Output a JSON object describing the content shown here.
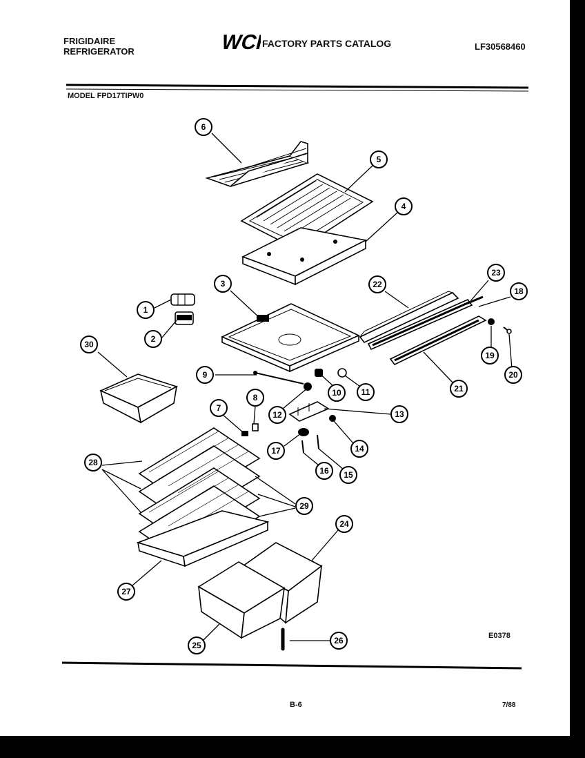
{
  "header": {
    "brand_line1": "FRIGIDAIRE",
    "brand_line2": "REFRIGERATOR",
    "logo_text": "WCI",
    "catalog_title": "FACTORY PARTS CATALOG",
    "catalog_number": "LF30568460"
  },
  "model_label": "MODEL FPD17TIPW0",
  "footer": {
    "diagram_code": "E0378",
    "page_number": "B-6",
    "date": "7/88"
  },
  "callouts": [
    {
      "id": "1",
      "label": "1"
    },
    {
      "id": "2",
      "label": "2"
    },
    {
      "id": "3",
      "label": "3"
    },
    {
      "id": "4",
      "label": "4"
    },
    {
      "id": "5",
      "label": "5"
    },
    {
      "id": "6",
      "label": "6"
    },
    {
      "id": "7",
      "label": "7"
    },
    {
      "id": "8",
      "label": "8"
    },
    {
      "id": "9",
      "label": "9"
    },
    {
      "id": "10",
      "label": "10"
    },
    {
      "id": "11",
      "label": "11"
    },
    {
      "id": "12",
      "label": "12"
    },
    {
      "id": "13",
      "label": "13"
    },
    {
      "id": "14",
      "label": "14"
    },
    {
      "id": "15",
      "label": "15"
    },
    {
      "id": "16",
      "label": "16"
    },
    {
      "id": "17",
      "label": "17"
    },
    {
      "id": "18",
      "label": "18"
    },
    {
      "id": "19",
      "label": "19"
    },
    {
      "id": "20",
      "label": "20"
    },
    {
      "id": "21",
      "label": "21"
    },
    {
      "id": "22",
      "label": "22"
    },
    {
      "id": "23",
      "label": "23"
    },
    {
      "id": "24",
      "label": "24"
    },
    {
      "id": "25",
      "label": "25"
    },
    {
      "id": "26",
      "label": "26"
    },
    {
      "id": "27",
      "label": "27"
    },
    {
      "id": "28",
      "label": "28"
    },
    {
      "id": "29",
      "label": "29"
    },
    {
      "id": "30",
      "label": "30"
    }
  ]
}
